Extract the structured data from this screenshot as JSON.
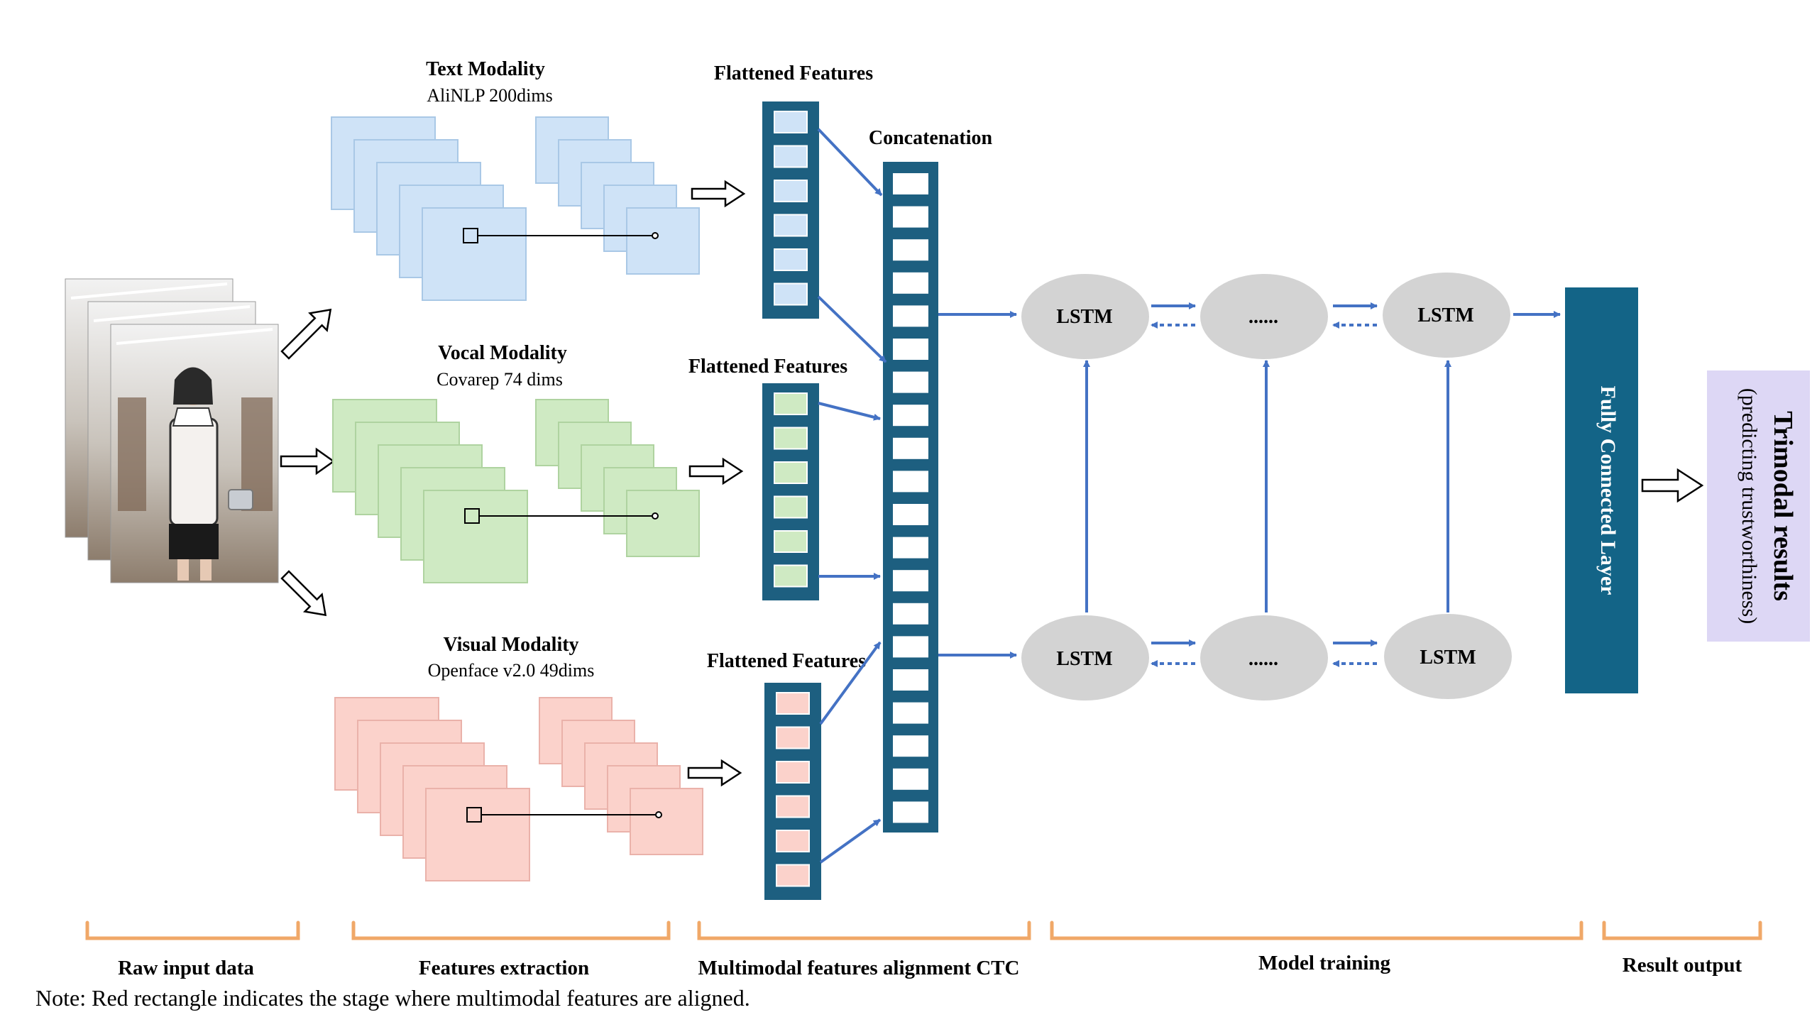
{
  "modalities": {
    "text": {
      "title": "Text Modality",
      "subtitle": "AliNLP 200dims"
    },
    "vocal": {
      "title": "Vocal Modality",
      "subtitle": "Covarep 74 dims"
    },
    "visual": {
      "title": "Visual Modality",
      "subtitle": "Openface v2.0 49dims"
    }
  },
  "flattened": {
    "text": "Flattened Features",
    "vocal": "Flattened Features",
    "visual": "Flattened Features"
  },
  "concatenation": "Concatenation",
  "lstm": {
    "top_left": "LSTM",
    "top_mid": "......",
    "top_right": "LSTM",
    "bottom_left": "LSTM",
    "bottom_mid": "......",
    "bottom_right": "LSTM"
  },
  "fc_layer": "Fully Connected Layer",
  "result": {
    "title": "Trimodal results",
    "subtitle": "(predicting trustworthiness)"
  },
  "stages": {
    "raw": "Raw input data",
    "extraction": "Features extraction",
    "alignment": "Multimodal features alignment CTC",
    "training": "Model training",
    "output": "Result output"
  },
  "note": "Note: Red rectangle indicates the stage where multimodal features are aligned.",
  "colors": {
    "text_fill": "#cfe3f7",
    "text_stroke": "#a9c8e6",
    "vocal_fill": "#cfeac3",
    "vocal_stroke": "#afd3a0",
    "visual_fill": "#fbd2cb",
    "visual_stroke": "#eab2aa",
    "column_blue": "#1d5f80",
    "arrow_blue": "#4472c4",
    "lstm_gray": "#d3d3d3",
    "fc_blue": "#136487",
    "result_purple": "#ddd7f5",
    "brace_orange": "#f0a868"
  }
}
